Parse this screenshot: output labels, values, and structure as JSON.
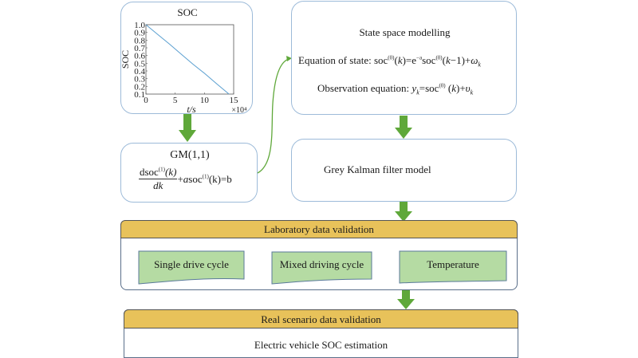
{
  "soc_chart": {
    "title": "SOC",
    "chart_data": {
      "type": "line",
      "title": "SOC",
      "xlabel": "t/s",
      "ylabel": "SOC",
      "x_multiplier": "×10⁴",
      "xlim": [
        0,
        15
      ],
      "ylim": [
        0.1,
        1.0
      ],
      "x_ticks": [
        "0",
        "5",
        "10",
        "15"
      ],
      "y_ticks": [
        "1.0",
        "0.9",
        "0.8",
        "0.7",
        "0.6",
        "0.5",
        "0.4",
        "0.3",
        "0.2",
        "0.1"
      ],
      "series": [
        {
          "name": "SOC",
          "x": [
            0,
            2,
            4,
            6,
            8,
            10,
            12,
            14.2
          ],
          "y": [
            1.0,
            0.875,
            0.75,
            0.62,
            0.49,
            0.37,
            0.24,
            0.1
          ]
        }
      ],
      "color": "#5a9fd0"
    }
  },
  "gm_box": {
    "title": "GM(1,1)",
    "num": "dsoc",
    "num_sup": "(1)",
    "num_arg": "(k)",
    "den": "dk",
    "rest_a": "+",
    "rest_b": "a",
    "rest_c": "soc",
    "rest_sup": "(1)",
    "rest_d": "(k)=b"
  },
  "state_box": {
    "title": "State space modelling",
    "eq_state_label": "Equation of state: ",
    "eq_state_html": "soc<sup>(0)</sup>(<i>k</i>)=e<sup>−a</sup>soc<sup>(0)</sup>(<i>k</i>−1)+<i>ω</i><sub><i>k</i></sub>",
    "eq_obs_label": "Observation equation: ",
    "eq_obs_html": "<i>y</i><sub><i>k</i></sub>=soc<sup>(0)</sup> (<i>k</i>)+<i>υ</i><sub><i>k</i></sub>"
  },
  "kalman_box": {
    "label": "Grey Kalman filter model"
  },
  "lab_validation": {
    "header": "Laboratory data validation",
    "items": [
      "Single drive cycle",
      "Mixed driving cycle",
      "Temperature"
    ]
  },
  "real_validation": {
    "header": "Real scenario data validation",
    "body": "Electric vehicle SOC estimation"
  },
  "colors": {
    "box_border": "#9dbbd9",
    "arrow_green": "#5fa83a",
    "band_yellow": "#e8c25a",
    "doc_green": "#b5dba3"
  }
}
